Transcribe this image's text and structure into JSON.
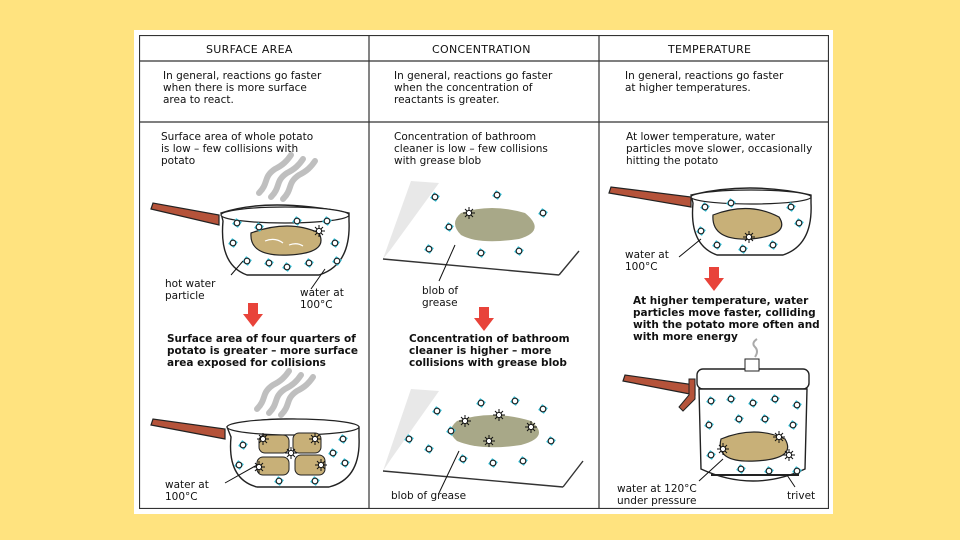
{
  "headers": {
    "surface_area": "SURFACE AREA",
    "concentration": "CONCENTRATION",
    "temperature": "TEMPERATURE"
  },
  "general": {
    "surface_area": "In general, reactions go faster\nwhen there is more surface\narea to react.",
    "concentration": "In general, reactions go faster\nwhen the concentration of\nreactants is greater.",
    "temperature": "In general, reactions go faster\nat higher temperatures."
  },
  "surface_area": {
    "low_caption": "Surface area of whole potato\nis low – few collisions with\npotato",
    "hot_water_label": "hot water\nparticle",
    "water_label_1": "water at\n100°C",
    "high_caption": "Surface area of four quarters of\npotato is greater – more surface\narea exposed for collisions",
    "water_label_2": "water at\n100°C"
  },
  "concentration": {
    "low_caption": "Concentration of bathroom\ncleaner is low – few collisions\nwith grease blob",
    "blob_label_1": "blob of\ngrease",
    "high_caption": "Concentration of bathroom\ncleaner is higher – more\ncollisions with grease blob",
    "blob_label_2": "blob of grease"
  },
  "temperature": {
    "low_caption": "At lower temperature, water\nparticles move slower, occasionally\nhitting the potato",
    "water_label_1": "water at\n100°C",
    "high_caption": "At higher temperature, water\nparticles move faster, colliding\nwith the potato more often and\nwith more energy",
    "water_label_2": "water at 120°C\nunder pressure",
    "trivet_label": "trivet"
  },
  "colors": {
    "background": "#FFE37F",
    "particle": "#3CC8E0",
    "arrow": "#E8433A",
    "handle": "#B5533A",
    "potato": "#C8B078",
    "grease": "#A8A888"
  }
}
